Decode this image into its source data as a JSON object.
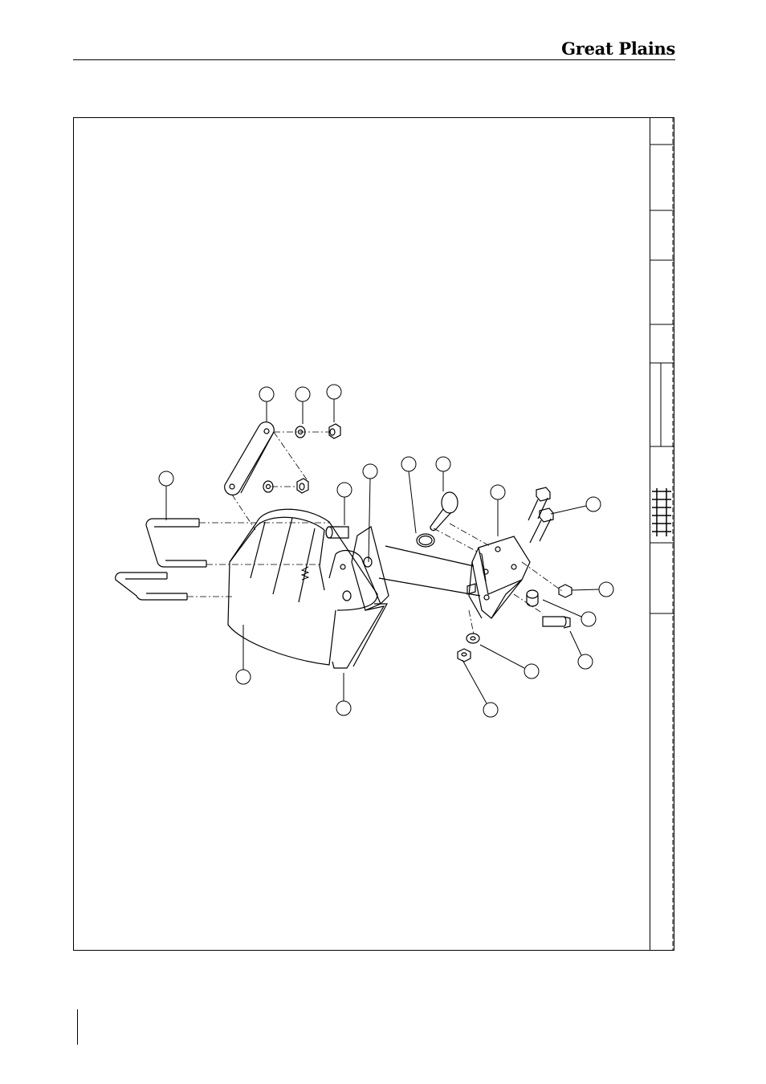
{
  "header": {
    "brand": "Great Plains"
  },
  "drawing": {
    "type": "exploded-parts-diagram",
    "callout_count": 17,
    "line_color": "#000000",
    "background": "#ffffff"
  }
}
